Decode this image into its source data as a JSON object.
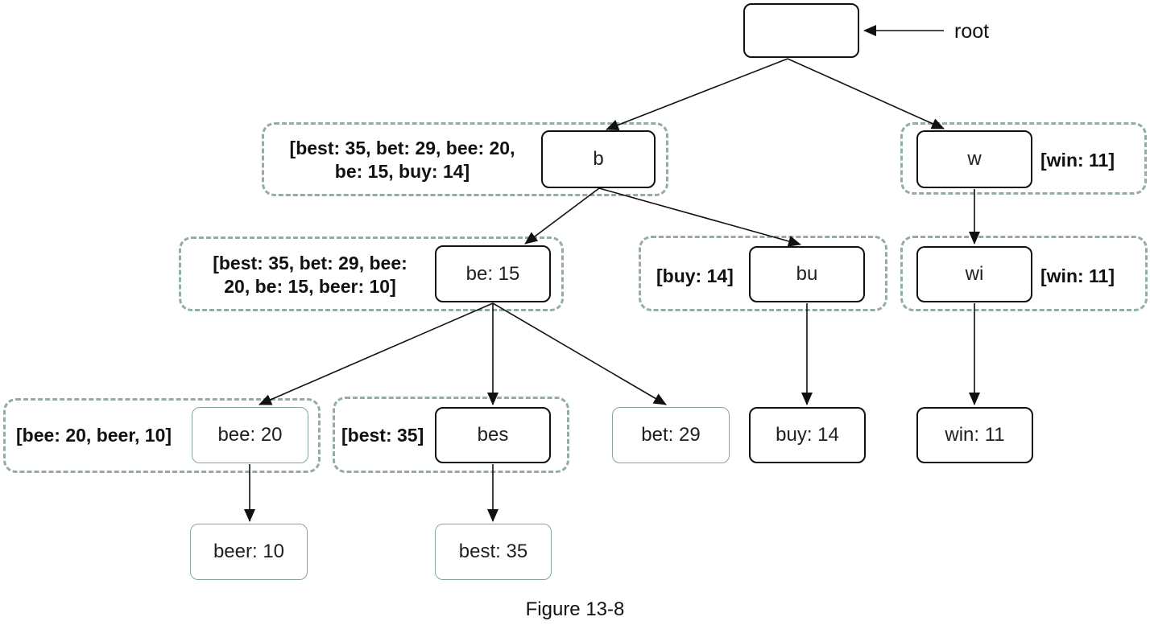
{
  "figure": {
    "caption": "Figure 13-8",
    "pointer_label": "root"
  },
  "tree": {
    "nodes": {
      "root": {
        "label": "",
        "border": "black"
      },
      "b": {
        "label": "b",
        "border": "black"
      },
      "w": {
        "label": "w",
        "border": "black"
      },
      "be": {
        "label": "be: 15",
        "border": "black"
      },
      "bu": {
        "label": "bu",
        "border": "black"
      },
      "wi": {
        "label": "wi",
        "border": "black"
      },
      "bee": {
        "label": "bee: 20",
        "border": "teal"
      },
      "bes": {
        "label": "bes",
        "border": "black"
      },
      "bet": {
        "label": "bet: 29",
        "border": "teal"
      },
      "buy": {
        "label": "buy: 14",
        "border": "black"
      },
      "win": {
        "label": "win: 11",
        "border": "black"
      },
      "beer": {
        "label": "beer: 10",
        "border": "teal"
      },
      "best": {
        "label": "best: 35",
        "border": "teal"
      }
    },
    "annotations": {
      "b": "[best: 35, bet: 29, bee: 20,\nbe: 15, buy: 14]",
      "w": "[win: 11]",
      "be": "[best: 35, bet: 29, bee:\n20, be: 15, beer: 10]",
      "bu": "[buy: 14]",
      "wi": "[win: 11]",
      "bee": "[bee: 20, beer, 10]",
      "bes": "[best: 35]"
    },
    "edges": [
      [
        "root",
        "b"
      ],
      [
        "root",
        "w"
      ],
      [
        "b",
        "be"
      ],
      [
        "b",
        "bu"
      ],
      [
        "w",
        "wi"
      ],
      [
        "be",
        "bee"
      ],
      [
        "be",
        "bes"
      ],
      [
        "be",
        "bet"
      ],
      [
        "bu",
        "buy"
      ],
      [
        "wi",
        "win"
      ],
      [
        "bee",
        "beer"
      ],
      [
        "bes",
        "best"
      ]
    ]
  },
  "colors": {
    "node_border_black": "#111111",
    "node_border_teal": "#87a59b",
    "group_dash": "#93ada3",
    "arrow": "#111111",
    "background": "#ffffff"
  }
}
